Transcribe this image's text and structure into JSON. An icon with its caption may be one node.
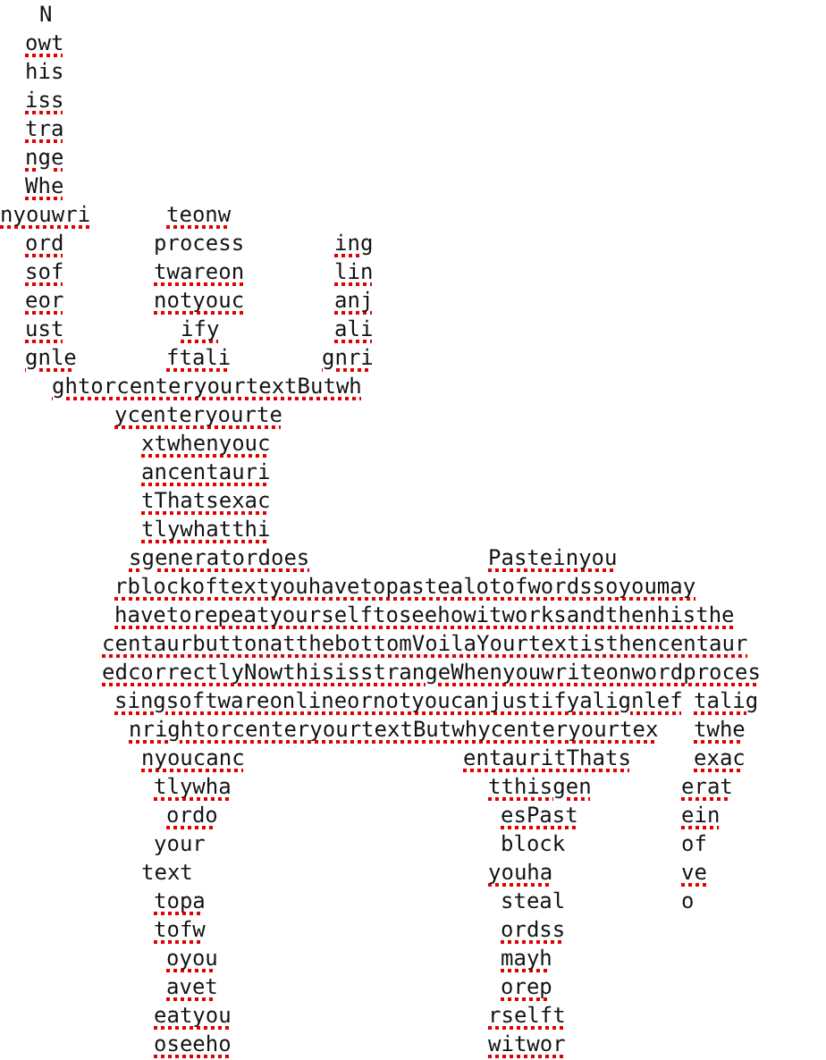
{
  "diagram": {
    "labels": [
      "N",
      "owt",
      "his",
      "iss",
      "tra",
      "nge",
      "Whe",
      "nyouwri",
      "teonw",
      "ord",
      "process",
      "ing",
      "sof",
      "twareon",
      "lin",
      "eor",
      "notyouc",
      "anj",
      "ust",
      "ify",
      "ali",
      "gnle",
      "ftali",
      "gnri",
      "ghtorcenteryourtextButwh",
      "ycenteryourte",
      "xtwhenyouc",
      "ancentauri",
      "tThatsexac",
      "tlywhatthi",
      "sgeneratordoes",
      "Pasteinyou",
      "rblockoftextyouhavetopastealotofwordssoyoumay",
      "havetorepeatyourselftoseehowitworksandthenhisthe",
      "centaurbuttonatthebottomVoilaYourtextisthencentaur",
      "edcorrectlyNowthisisstrangeWhenyouwriteonwordproces",
      "singsoftwareonlineornotyoucanjustifyalignlef",
      "talig",
      "nrightorcenteryourtextButwhycenteryourtex",
      "twhe",
      "nyoucanc",
      "entauritThats",
      "exac",
      "tlywha",
      "tthisgen",
      "erat",
      "ordo",
      "esPast",
      "ein",
      "your",
      "block",
      "of",
      "text",
      "youha",
      "ve",
      "topa",
      "steal",
      "o",
      "tofw",
      "ordss",
      "oyou",
      "mayh",
      "avet",
      "orep",
      "eatyou",
      "rselft",
      "oseeho",
      "witwor"
    ]
  }
}
